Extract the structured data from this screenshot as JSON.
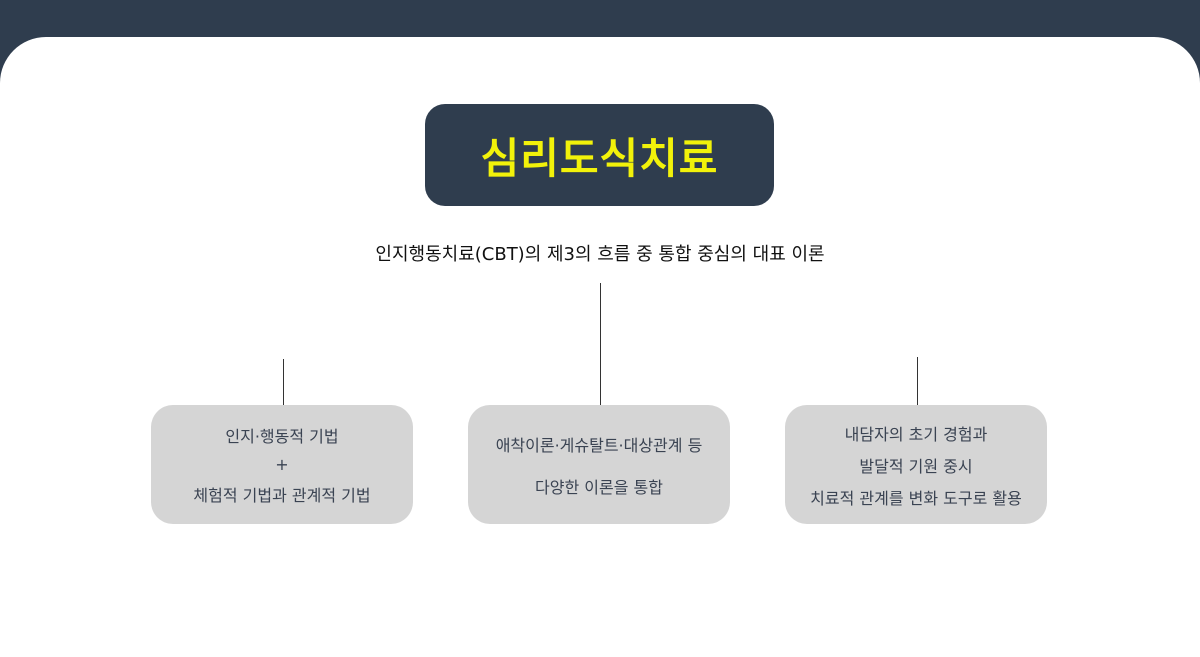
{
  "title": "심리도식치료",
  "subtitle": "인지행동치료(CBT)의 제3의 흐름 중 통합 중심의 대표 이론",
  "boxes": [
    {
      "lines": [
        "인지·행동적 기법",
        "+",
        "체험적 기법과 관계적 기법"
      ]
    },
    {
      "lines": [
        "애착이론·게슈탈트·대상관계 등",
        "다양한 이론을 통합"
      ]
    },
    {
      "lines": [
        "내담자의 초기 경험과",
        "발달적 기원 중시",
        "치료적 관계를 변화 도구로 활용"
      ]
    }
  ],
  "colors": {
    "dark": "#2f3d4e",
    "accent": "#f2f20a",
    "box": "#d5d5d5"
  }
}
